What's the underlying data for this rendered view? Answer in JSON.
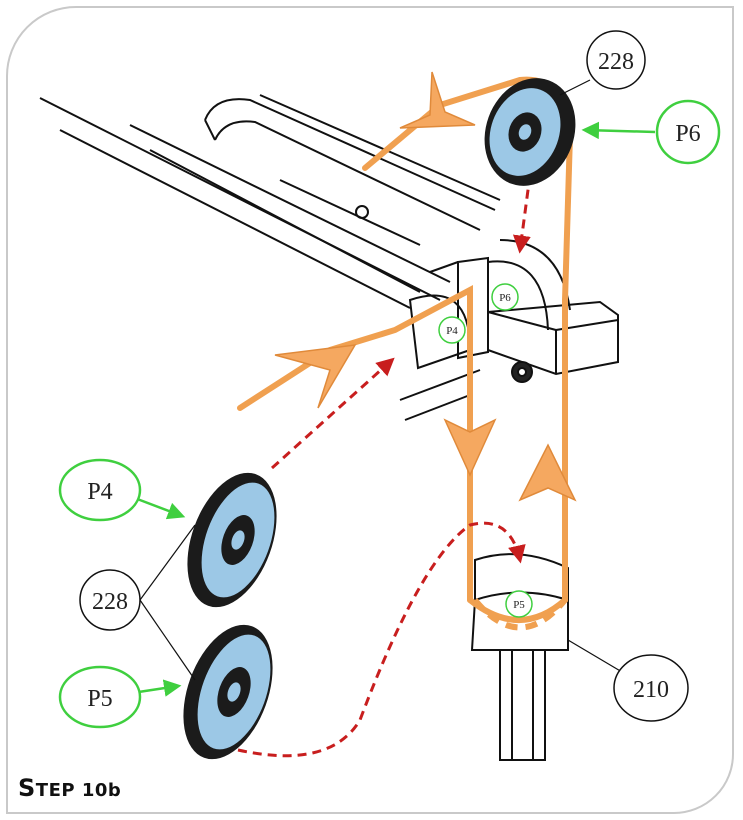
{
  "step": {
    "prefix": "S",
    "rest": "TEP 10b"
  },
  "callouts": {
    "top_part_number": "228",
    "side_part_number": "228",
    "bottom_part_number": "210",
    "pulley_p6": "P6",
    "pulley_p4": "P4",
    "pulley_p5": "P5"
  },
  "inline_labels": {
    "p4": "P4",
    "p6": "P6",
    "p5": "P5"
  },
  "colors": {
    "cable": "#f0a050",
    "arrow_fill": "#f5a860",
    "pulley": "#9cc8e6",
    "dashed_path": "#c81e1e",
    "callout_green": "#3fcf3f",
    "frame_line": "#111111"
  }
}
